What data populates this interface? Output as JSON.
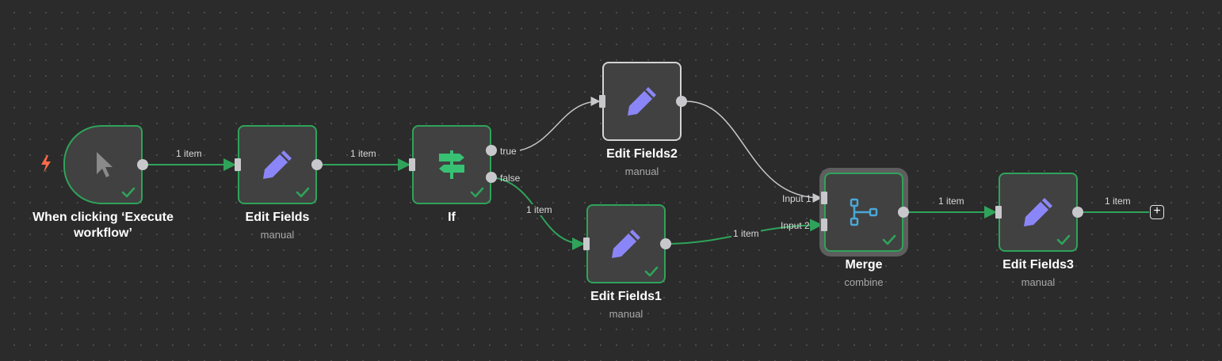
{
  "colors": {
    "canvas_bg": "#2b2b2b",
    "node_bg": "#414141",
    "success_green": "#2fa35a",
    "edge_green": "#2fa35a",
    "edge_gray": "#c8c8cc",
    "pencil_icon": "#8b86f7",
    "if_icon": "#38c173",
    "merge_icon": "#4aa8d8",
    "trigger_bolt": "#ff6b4a"
  },
  "nodes": {
    "trigger": {
      "title_line1": "When clicking ‘Execute",
      "title_line2": "workflow’",
      "icon": "cursor-icon"
    },
    "edit_fields": {
      "title": "Edit Fields",
      "subtitle": "manual",
      "icon": "pencil-icon"
    },
    "if": {
      "title": "If",
      "icon": "signpost-icon",
      "output_true": "true",
      "output_false": "false"
    },
    "edit_fields2": {
      "title": "Edit Fields2",
      "subtitle": "manual",
      "icon": "pencil-icon"
    },
    "edit_fields1": {
      "title": "Edit Fields1",
      "subtitle": "manual",
      "icon": "pencil-icon"
    },
    "merge": {
      "title": "Merge",
      "subtitle": "combine",
      "icon": "merge-icon",
      "input1": "Input 1",
      "input2": "Input 2"
    },
    "edit_fields3": {
      "title": "Edit Fields3",
      "subtitle": "manual",
      "icon": "pencil-icon"
    }
  },
  "edges": {
    "trigger_to_edit": "1 item",
    "edit_to_if": "1 item",
    "if_false_to_edit1": "1 item",
    "edit1_to_merge": "1 item",
    "merge_to_edit3": "1 item",
    "edit3_out": "1 item"
  },
  "add_node_button": "+"
}
